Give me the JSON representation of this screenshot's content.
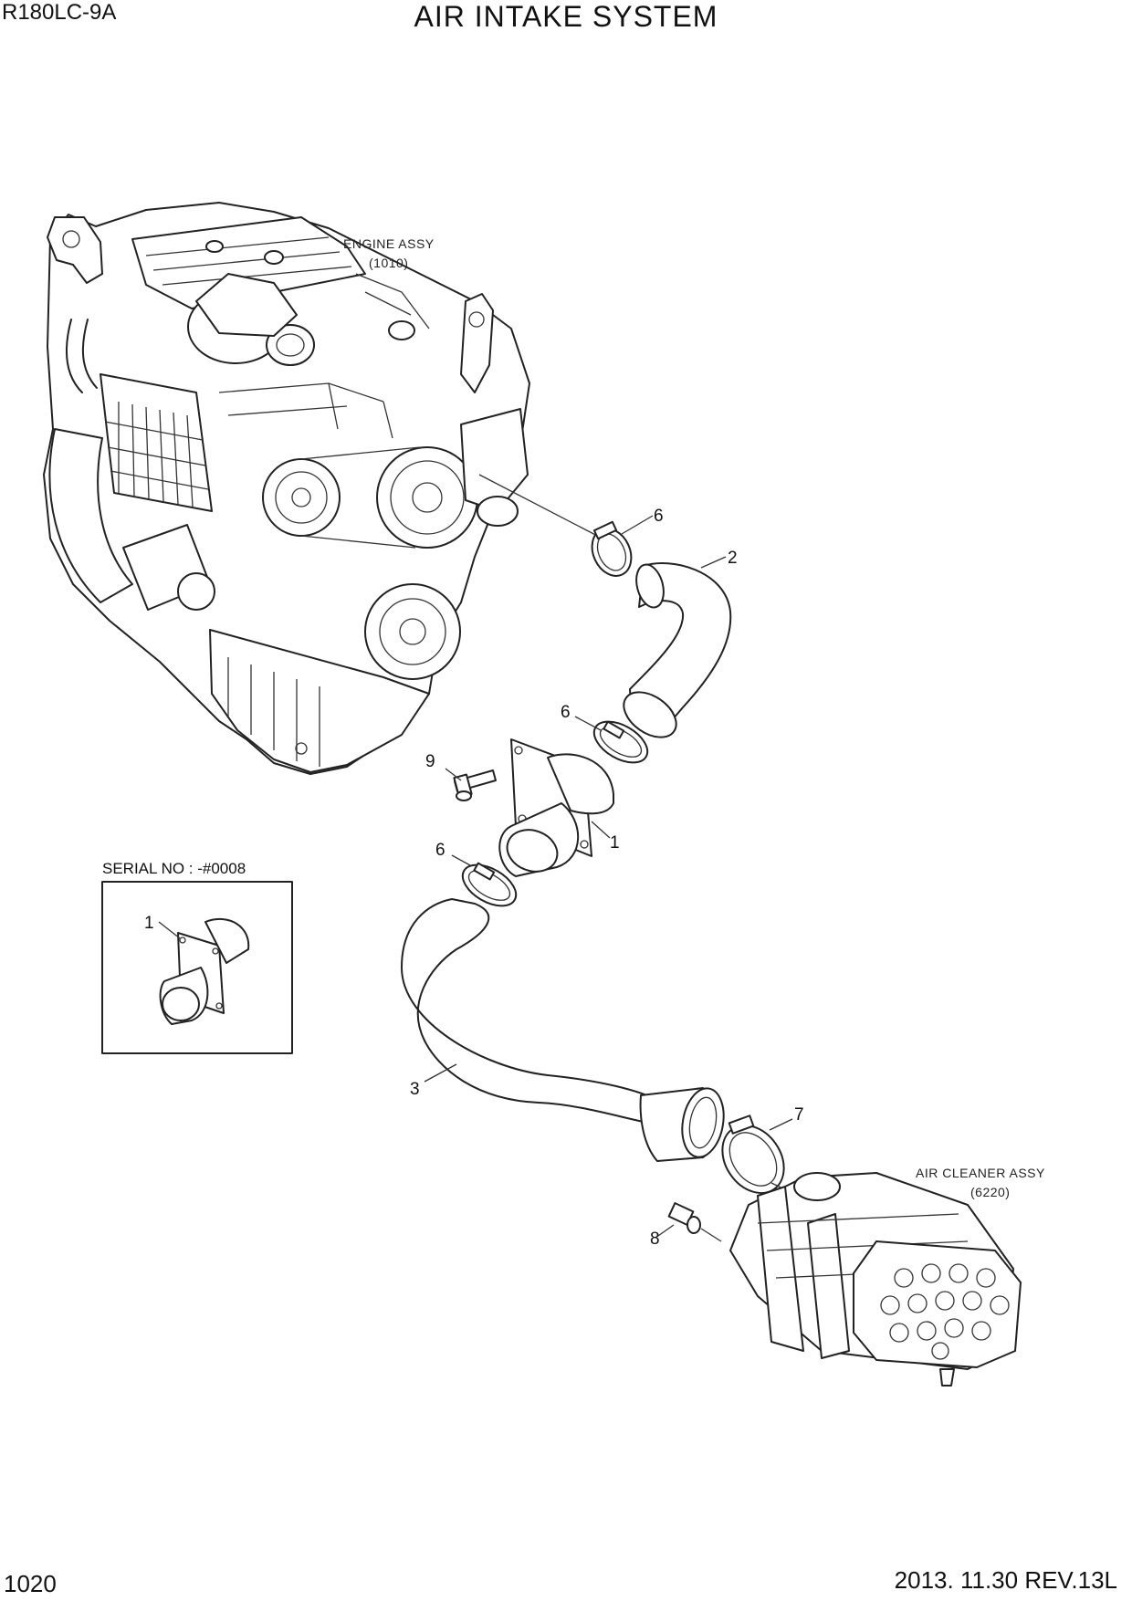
{
  "header": {
    "model": "R180LC-9A",
    "title": "AIR INTAKE SYSTEM"
  },
  "footer": {
    "page_number": "1020",
    "revision": "2013. 11.30  REV.13L"
  },
  "labels": {
    "engine_assy": "ENGINE ASSY",
    "engine_assy_ref": "(1010)",
    "air_cleaner_assy": "AIR CLEANER ASSY",
    "air_cleaner_assy_ref": "(6220)",
    "serial_note": "SERIAL NO : -#0008"
  },
  "callouts": {
    "c1": "1",
    "c1_inset": "1",
    "c2": "2",
    "c3": "3",
    "c6_top": "6",
    "c6_mid": "6",
    "c6_low": "6",
    "c7": "7",
    "c8": "8",
    "c9": "9"
  }
}
